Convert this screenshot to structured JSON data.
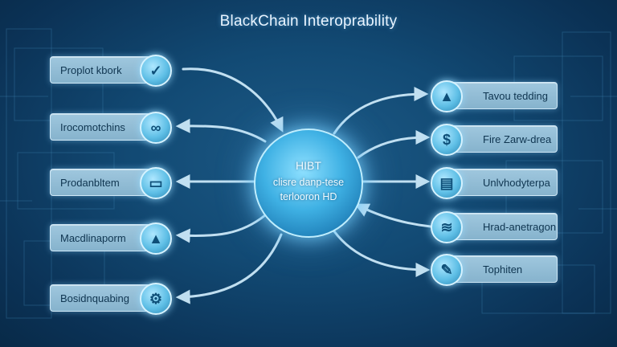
{
  "title": "BlackChain Interoprability",
  "hub": {
    "line1": "HIBT",
    "line2": "clisre danp-tese",
    "line3": "terlooron HD"
  },
  "left_nodes": [
    {
      "label": "Proplot kbork",
      "icon": "checkmark-icon"
    },
    {
      "label": "Irocomotchins",
      "icon": "link-icon"
    },
    {
      "label": "Prodanbltem",
      "icon": "card-icon"
    },
    {
      "label": "Macdlinaporm",
      "icon": "chart-icon"
    },
    {
      "label": "Bosidnquabing",
      "icon": "gear-icon"
    }
  ],
  "right_nodes": [
    {
      "label": "Tavou tedding",
      "icon": "pyramid-icon"
    },
    {
      "label": "Fire Zarw-drea",
      "icon": "dollar-icon"
    },
    {
      "label": "Unlvhodyterpa",
      "icon": "document-icon"
    },
    {
      "label": "Hrad-anetragon",
      "icon": "stack-icon"
    },
    {
      "label": "Tophiten",
      "icon": "pencil-icon"
    }
  ],
  "colors": {
    "background": "#124a74",
    "card": "#9fc7de",
    "accent": "#5fbfe6",
    "connector": "#d4f0ff"
  }
}
